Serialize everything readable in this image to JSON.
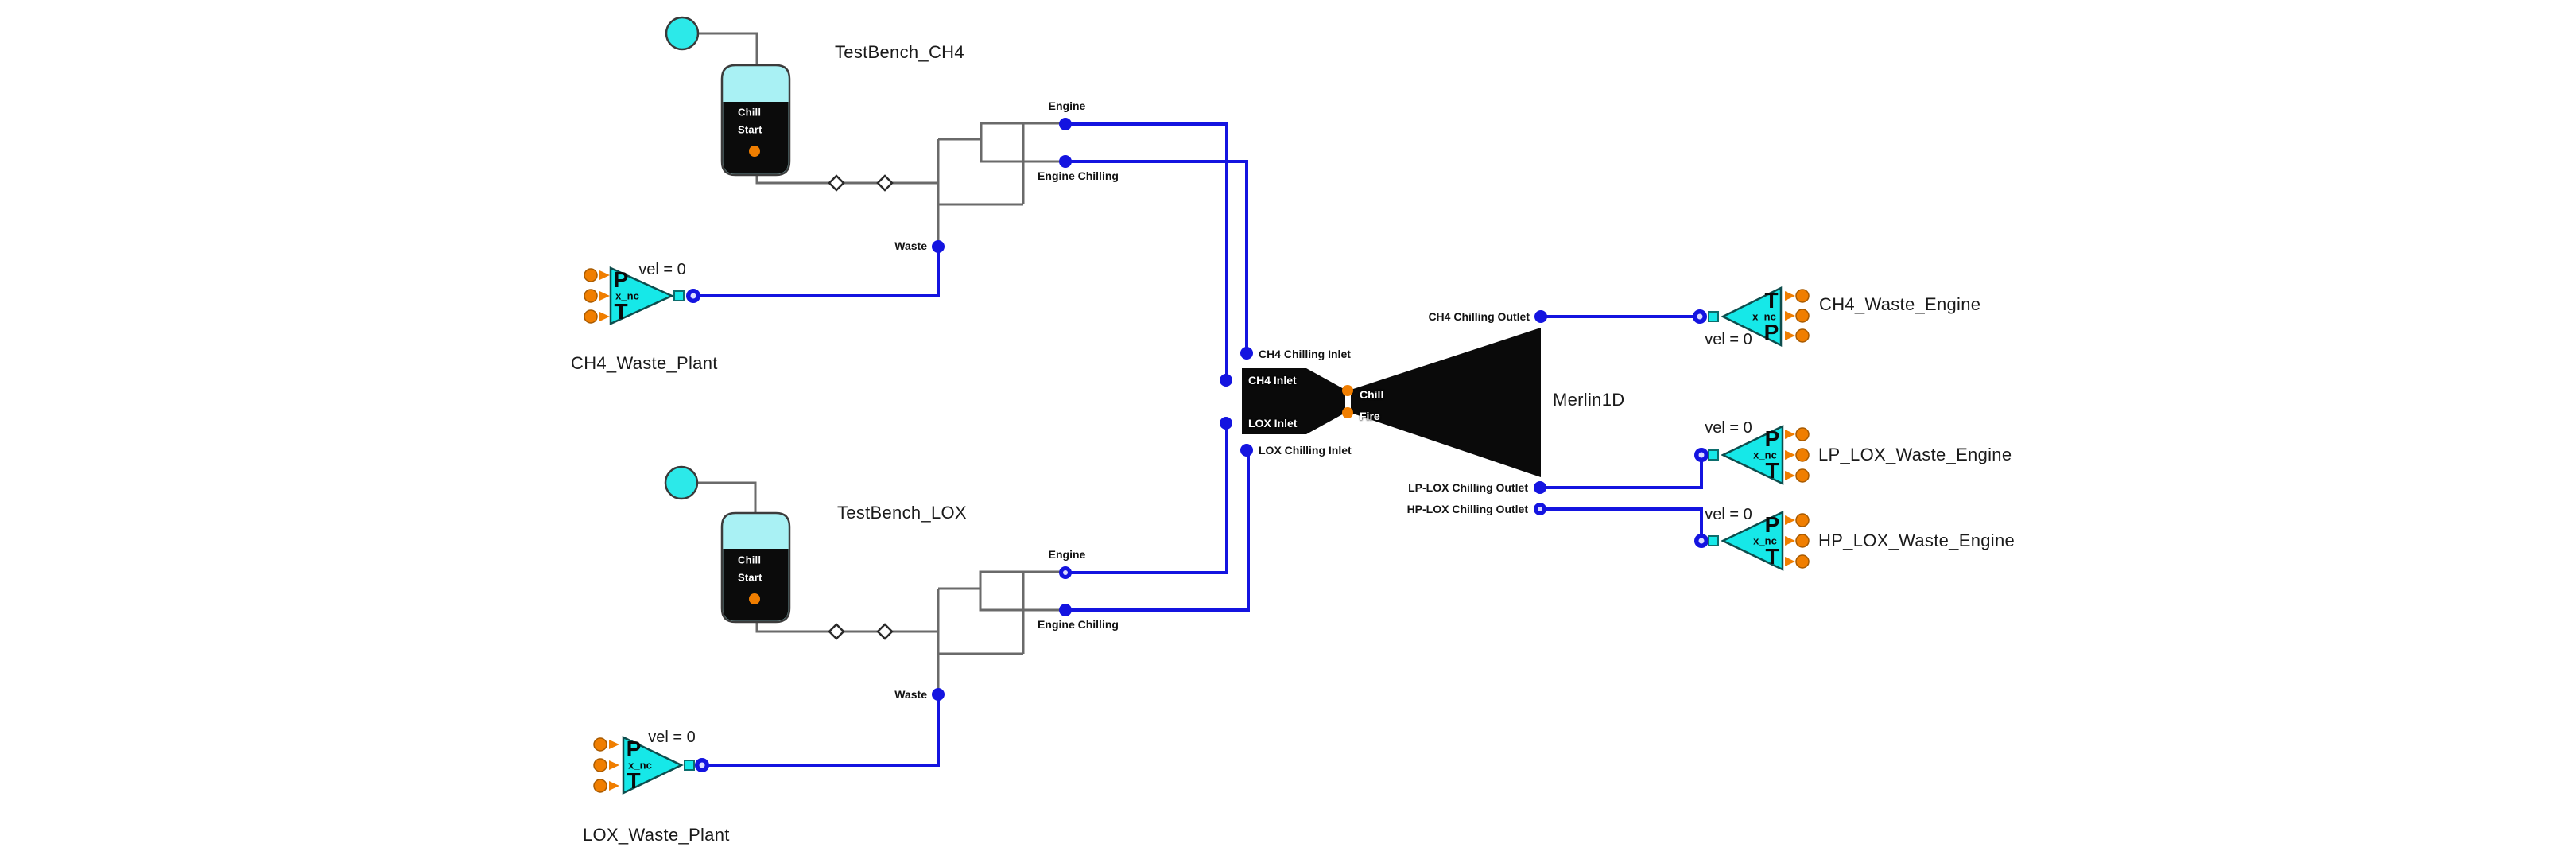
{
  "benches": {
    "ch4": {
      "name": "TestBench_CH4",
      "tank_line1": "Chill",
      "tank_line2": "Start",
      "engine": "Engine",
      "engine_chilling": "Engine Chilling",
      "waste": "Waste"
    },
    "lox": {
      "name": "TestBench_LOX",
      "tank_line1": "Chill",
      "tank_line2": "Start",
      "engine": "Engine",
      "engine_chilling": "Engine Chilling",
      "waste": "Waste"
    }
  },
  "engine": {
    "name": "Merlin1D",
    "ch4_chilling_inlet": "CH4 Chilling Inlet",
    "ch4_inlet": "CH4 Inlet",
    "lox_inlet": "LOX Inlet",
    "lox_chilling_inlet": "LOX Chilling Inlet",
    "chill": "Chill",
    "fire": "Fire",
    "ch4_chilling_outlet": "CH4 Chilling Outlet",
    "lp_lox_chilling_outlet": "LP-LOX Chilling Outlet",
    "hp_lox_chilling_outlet": "HP-LOX Chilling Outlet"
  },
  "sinks": {
    "ch4_waste_plant": {
      "name": "CH4_Waste_Plant",
      "vel": "vel = 0",
      "top": "P",
      "mid": "x_nc",
      "bot": "T"
    },
    "lox_waste_plant": {
      "name": "LOX_Waste_Plant",
      "vel": "vel = 0",
      "top": "P",
      "mid": "x_nc",
      "bot": "T"
    },
    "ch4_waste_engine": {
      "name": "CH4_Waste_Engine",
      "vel": "vel = 0",
      "top": "T",
      "mid": "x_nc",
      "bot": "P"
    },
    "lp_lox_waste_engine": {
      "name": "LP_LOX_Waste_Engine",
      "vel": "vel = 0",
      "top": "P",
      "mid": "x_nc",
      "bot": "T"
    },
    "hp_lox_waste_engine": {
      "name": "HP_LOX_Waste_Engine",
      "vel": "vel = 0",
      "top": "P",
      "mid": "x_nc",
      "bot": "T"
    }
  },
  "colors": {
    "wire_gray": "#6a6a6a",
    "wire_blue": "#1414e0",
    "component_cyan": "#16e8e8",
    "source_cyan": "#2ce9e9",
    "tank_top_cyan": "#a9f1f4",
    "tank_body_black": "#0b0b0b",
    "port_orange": "#f07e00",
    "label_dark": "#1a1a1a"
  }
}
